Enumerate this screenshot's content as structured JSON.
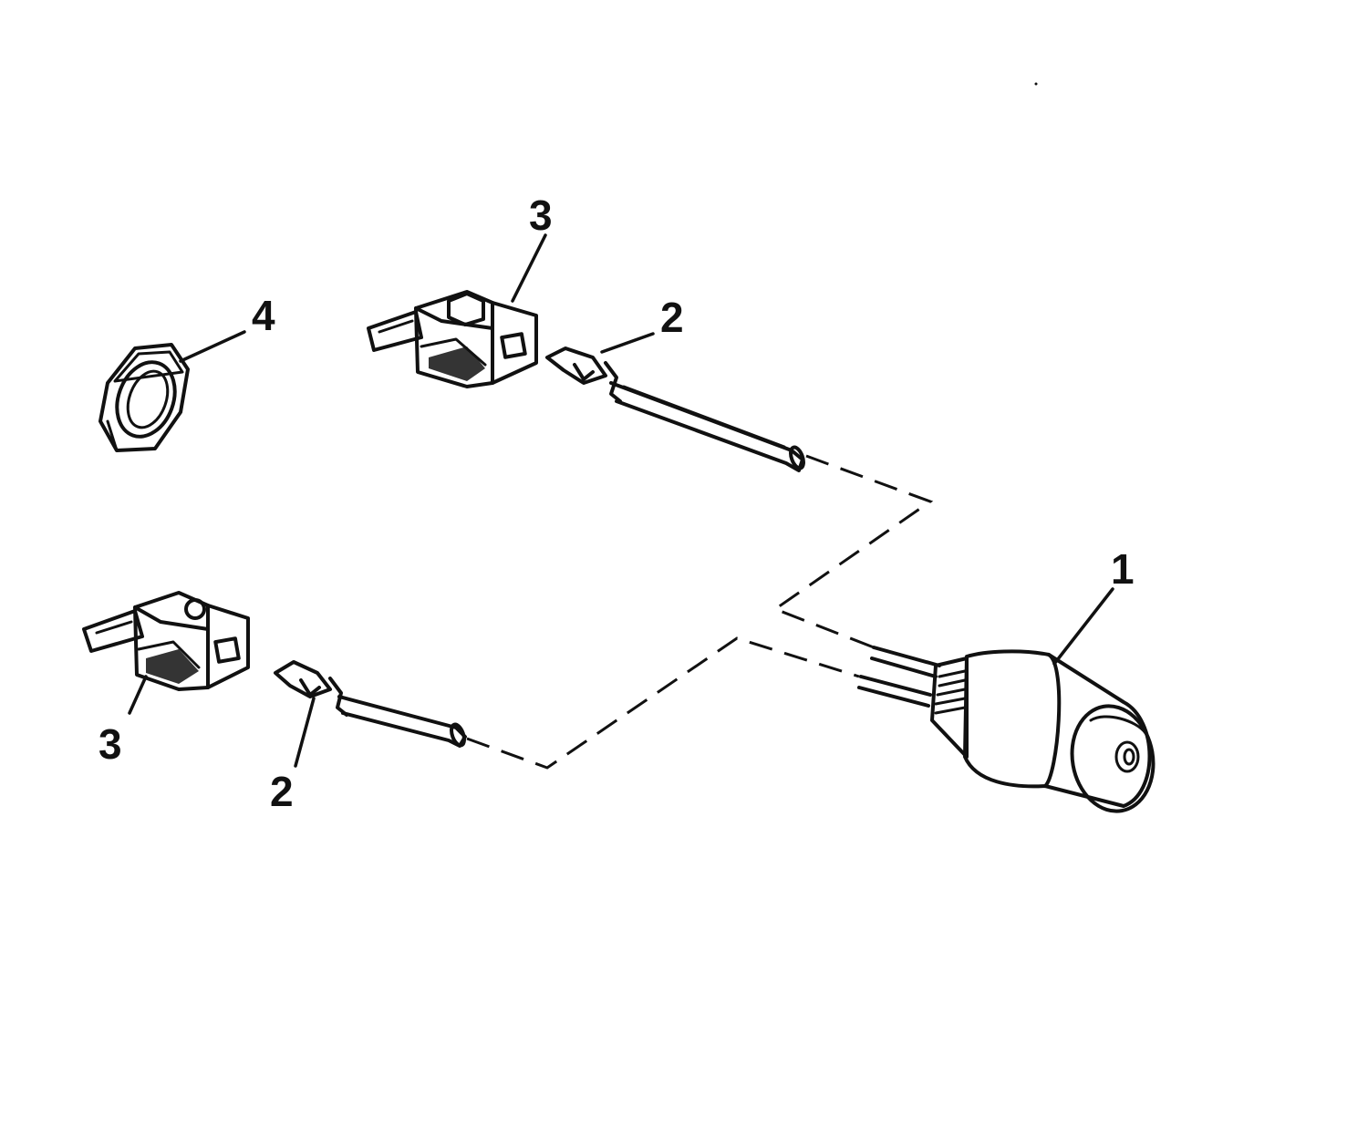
{
  "callouts": {
    "switch": "1",
    "terminal_upper": "2",
    "terminal_lower": "2",
    "connector_upper": "3",
    "connector_lower": "3",
    "nut": "4"
  },
  "colors": {
    "ink": "#111111",
    "paper": "#ffffff"
  }
}
